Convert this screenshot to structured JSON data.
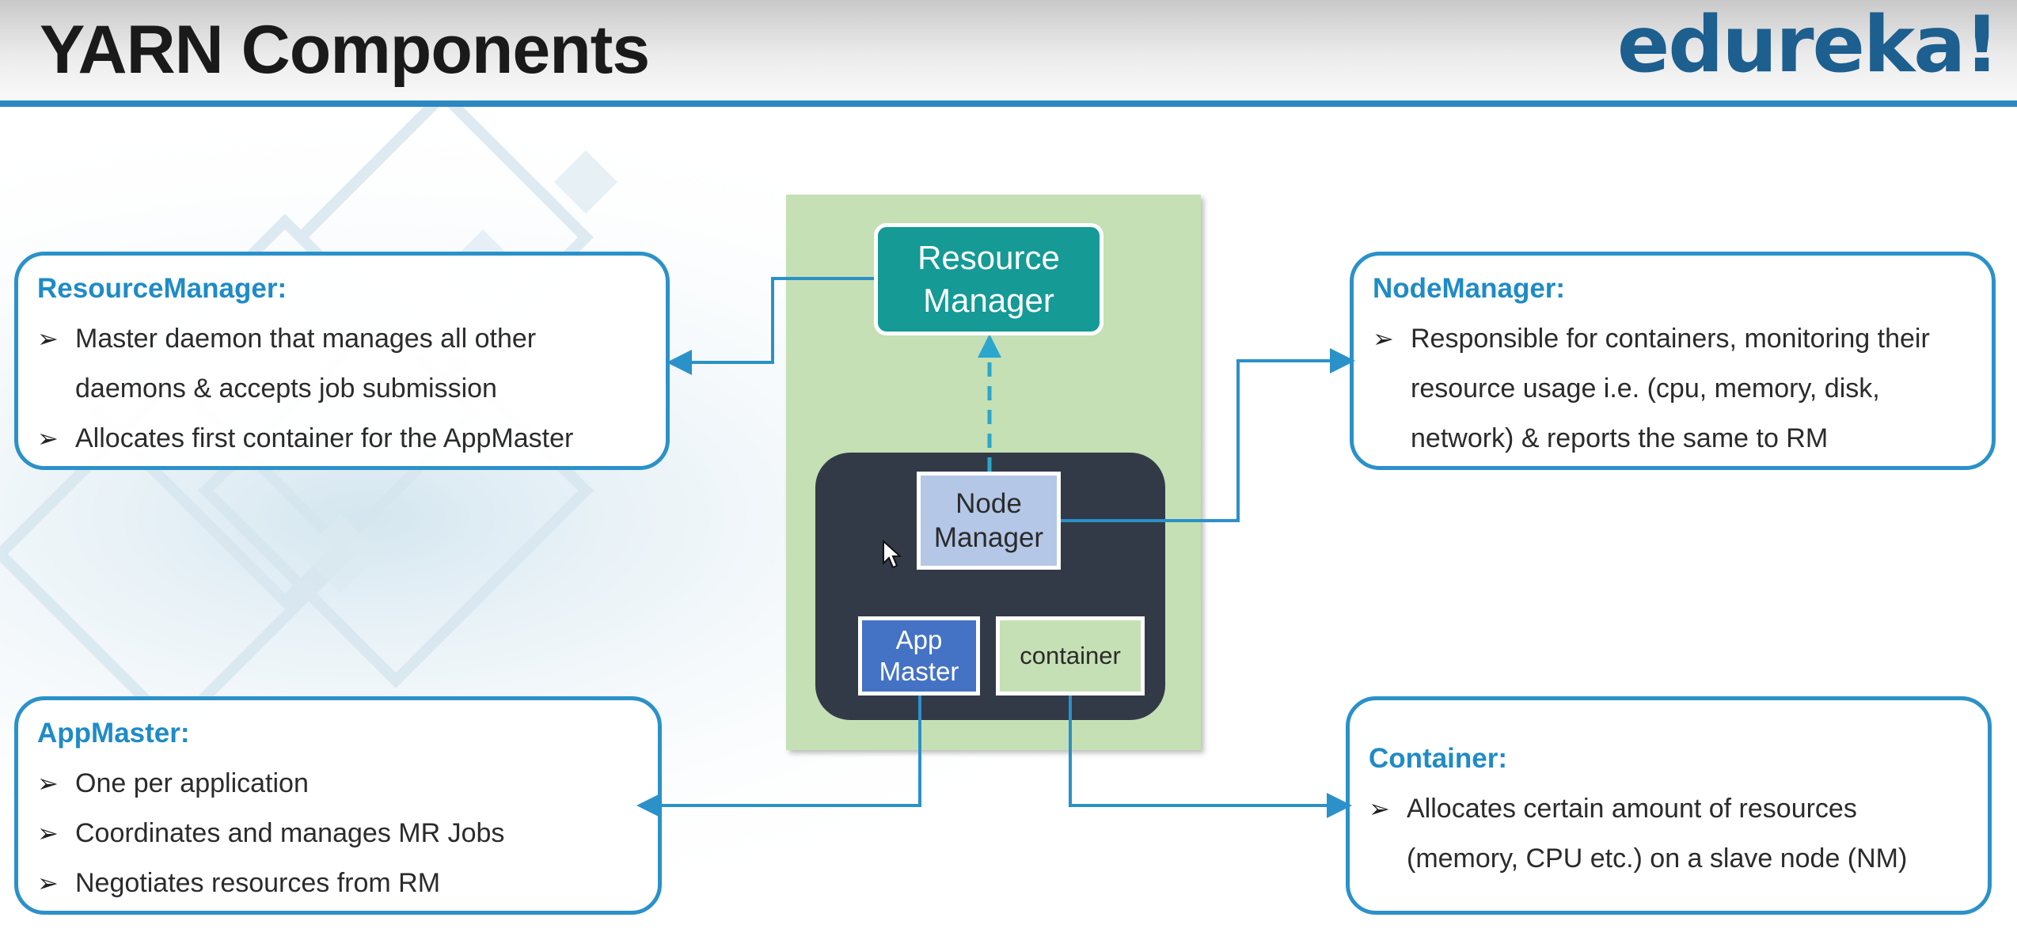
{
  "slide": {
    "title": "YARN Components",
    "brand": "edureka!"
  },
  "colors": {
    "accent_blue": "#2b91c9",
    "heading_blue": "#1f8bc6",
    "resource_manager_fill": "#159a96",
    "node_area_fill": "#323a48",
    "panel_green": "#c5e0b4",
    "node_manager_fill": "#b4c7e7",
    "app_master_fill": "#4472c4"
  },
  "diagram": {
    "resource_manager": "Resource\nManager",
    "node_manager": "Node\nManager",
    "app_master": "App\nMaster",
    "container": "container"
  },
  "boxes": {
    "resource_manager": {
      "heading": "ResourceManager:",
      "bullets": [
        "Master daemon that manages all other\ndaemons & accepts job submission",
        "Allocates first container for the AppMaster"
      ]
    },
    "node_manager": {
      "heading": "NodeManager:",
      "bullets": [
        "Responsible for containers, monitoring their\nresource usage  i.e. (cpu, memory, disk,\nnetwork) & reports the same to RM"
      ]
    },
    "app_master": {
      "heading": "AppMaster:",
      "bullets": [
        "One per application",
        "Coordinates and manages MR Jobs",
        "Negotiates resources from RM"
      ]
    },
    "container": {
      "heading": "Container:",
      "bullets": [
        "Allocates certain amount of resources\n(memory, CPU etc.) on a slave node (NM)"
      ]
    }
  },
  "icons": {
    "bullet": "arrowhead-bullet-icon",
    "cursor": "mouse-cursor-icon"
  }
}
